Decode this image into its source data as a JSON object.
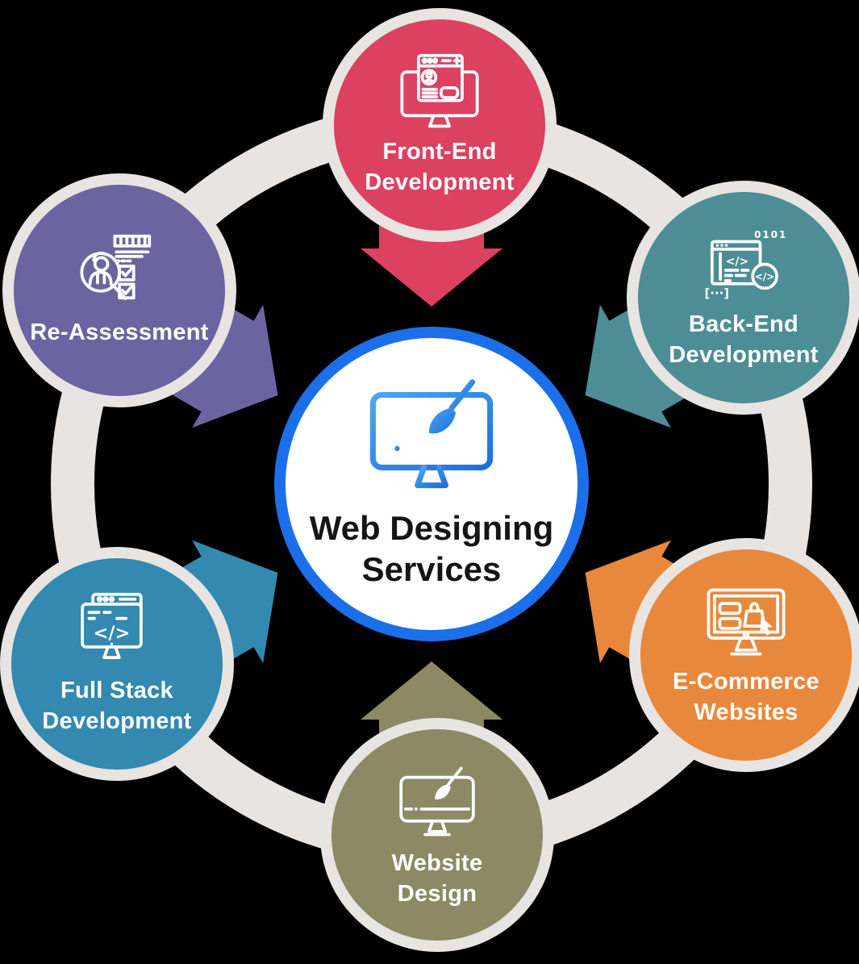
{
  "background_color": "#000000",
  "ring": {
    "color": "#E7E4E1"
  },
  "center": {
    "label_line1": "Web Designing",
    "label_line2": "Services",
    "border_color": "#1B6FE9",
    "fill": "#FFFFFF",
    "text_color": "#151515",
    "icon": "monitor-paintbrush-icon",
    "icon_gradient": [
      "#4BA7EC",
      "#1C6EDF"
    ]
  },
  "label_color": "#FFFFFF",
  "nodes": [
    {
      "id": "front-end",
      "label_line1": "Front-End",
      "label_line2": "Development",
      "color": "#DC4160",
      "icon": "browser-profile-monitor-icon",
      "position": "top"
    },
    {
      "id": "back-end",
      "label_line1": "Back-End",
      "label_line2": "Development",
      "color": "#4D8D96",
      "icon": "code-window-icon",
      "position": "top-right"
    },
    {
      "id": "e-commerce",
      "label_line1": "E-Commerce",
      "label_line2": "Websites",
      "color": "#E8883C",
      "icon": "shopping-monitor-icon",
      "position": "bottom-right"
    },
    {
      "id": "website-design",
      "label_line1": "Website",
      "label_line2": "Design",
      "color": "#8D8965",
      "icon": "monitor-paintbrush-icon",
      "position": "bottom"
    },
    {
      "id": "full-stack",
      "label_line1": "Full Stack",
      "label_line2": "Development",
      "color": "#3389AF",
      "icon": "code-monitor-icon",
      "position": "bottom-left"
    },
    {
      "id": "re-assessment",
      "label_line1": "Re-Assessment",
      "label_line2": "",
      "color": "#6C64A0",
      "icon": "magnifier-checklist-icon",
      "position": "top-left"
    }
  ],
  "icon_glyphs": {
    "binary": "0101",
    "code": "</>",
    "brackets": "[···]"
  },
  "arrows": [
    {
      "from": "front-end",
      "to": "center"
    },
    {
      "from": "back-end",
      "to": "center"
    },
    {
      "from": "e-commerce",
      "to": "center"
    },
    {
      "from": "website-design",
      "to": "center"
    },
    {
      "from": "full-stack",
      "to": "center"
    },
    {
      "from": "re-assessment",
      "to": "center"
    }
  ]
}
